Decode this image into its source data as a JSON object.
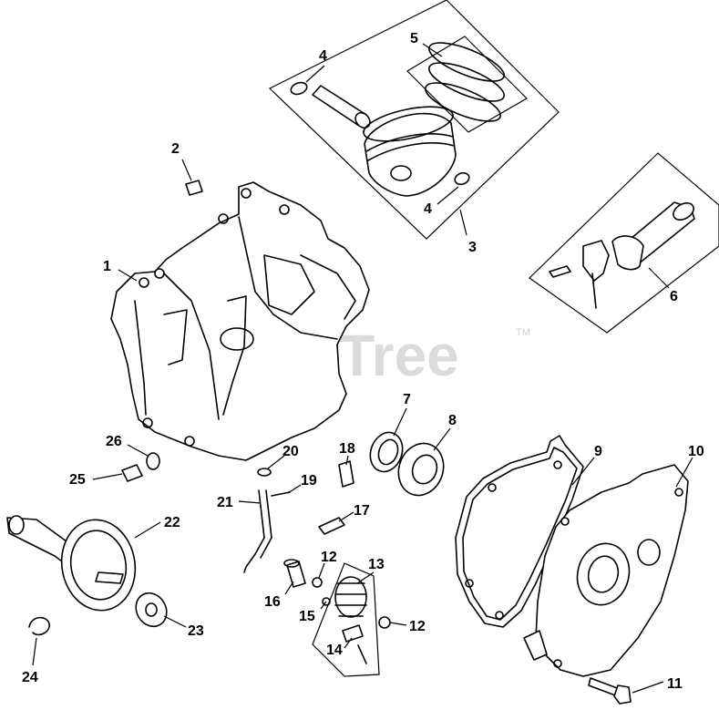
{
  "watermark": {
    "text": "PartsTree",
    "trademark": "TM"
  },
  "callouts": {
    "c1": "1",
    "c2": "2",
    "c3": "3",
    "c4a": "4",
    "c4b": "4",
    "c5": "5",
    "c6": "6",
    "c7": "7",
    "c8": "8",
    "c9": "9",
    "c10": "10",
    "c11": "11",
    "c12a": "12",
    "c12b": "12",
    "c13": "13",
    "c14": "14",
    "c15": "15",
    "c16": "16",
    "c17": "17",
    "c18": "18",
    "c19": "19",
    "c20": "20",
    "c21": "21",
    "c22": "22",
    "c23": "23",
    "c24": "24",
    "c25": "25",
    "c26": "26"
  }
}
